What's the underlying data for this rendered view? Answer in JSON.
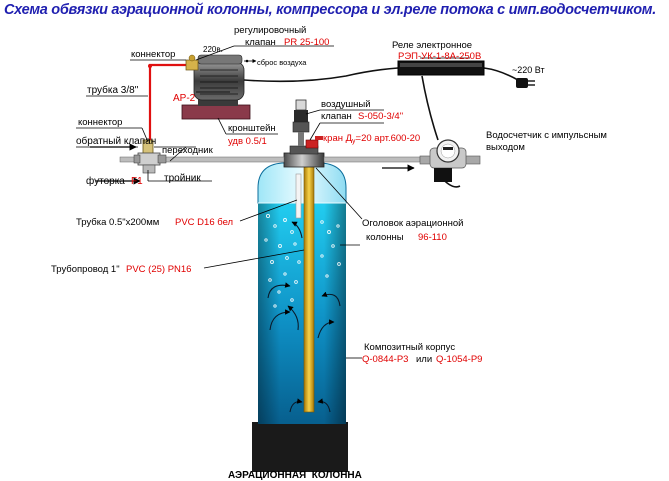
{
  "title": "Схема обвязки аэрационной колонны, компрессора и эл.реле потока с имп.водосчетчиком.",
  "colors": {
    "title": "#1f1fb0",
    "red_text": "#e00000",
    "water_top": "#1ec8ee",
    "water_bottom": "#0a6fa0",
    "base": "#1a1a1a",
    "pipe_yellow": "#e8b51a",
    "red_pipe": "#e01010",
    "bracket": "#8a3a4a"
  },
  "labels": {
    "voltage_220": "220в.",
    "regulator_line1": "регулировочный",
    "regulator_line2": "клапан",
    "regulator_code": "PR 25-100",
    "connector_top": "коннектор",
    "air_release": "сброс воздуха",
    "tube_38": "трубка 3/8\"",
    "compressor_code": "АР-2",
    "connector_mid": "коннектор",
    "bracket_line1": "кронштейн",
    "bracket_line2": "удв 0.5/1",
    "check_valve": "обратный клапан",
    "adapter": "переходник",
    "tee": "тройник",
    "futorka_label": "футорка",
    "futorka_code": "F1",
    "relay_title": "Реле электронное",
    "relay_code": "РЭП-УК-1-8А-250В",
    "voltage_mains": "~220 Вт",
    "air_valve_line1": "воздушный",
    "air_valve_line2": "клапан",
    "air_valve_code": "S-050-3/4\"",
    "tap_label": "кран Д",
    "tap_sub": "у",
    "tap_value": "=20 арт.600-20",
    "meter_line1": "Водосчетчик с импульсным",
    "meter_line2": "выходом",
    "tube_half_label": "Трубка 0.5\"х200мм",
    "tube_half_code": "PVC D16 бел",
    "head_line1": "Оголовок аэрационной",
    "head_line2": "колонны",
    "head_code": "96-110",
    "pipeline_label": "Трубопровод 1\"",
    "pipeline_code": "PVC (25) PN16",
    "body_line1": "Композитный корпус",
    "body_code_1": "Q-0844-P3",
    "body_or": "или",
    "body_code_2": "Q-1054-P9",
    "column_caption": "АЭРАЦИОННАЯ  КОЛОННА"
  }
}
